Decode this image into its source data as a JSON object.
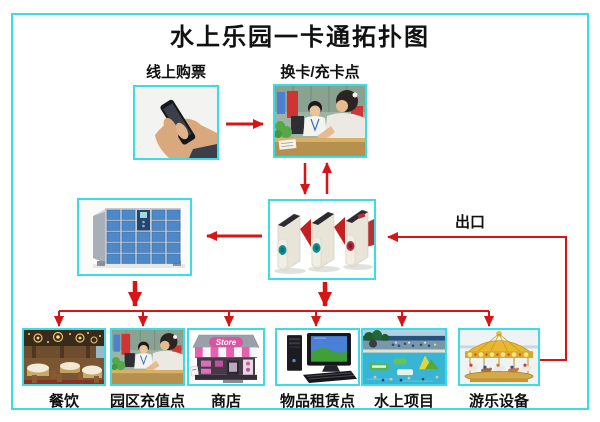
{
  "title": "水上乐园一卡通拓扑图",
  "colors": {
    "frame_border": "#3adce6",
    "arrow_red": "#d81414",
    "text": "#111111",
    "background": "#ffffff"
  },
  "top": {
    "online_ticket_label": "线上购票",
    "card_point_label": "换卡/充卡点"
  },
  "middle": {
    "exit_label": "出口"
  },
  "bottom_nodes": [
    {
      "label": "餐饮"
    },
    {
      "label": "园区充值点"
    },
    {
      "label": "商店",
      "sign": "Store"
    },
    {
      "label": "物品租赁点"
    },
    {
      "label": "水上项目"
    },
    {
      "label": "游乐设备"
    }
  ]
}
